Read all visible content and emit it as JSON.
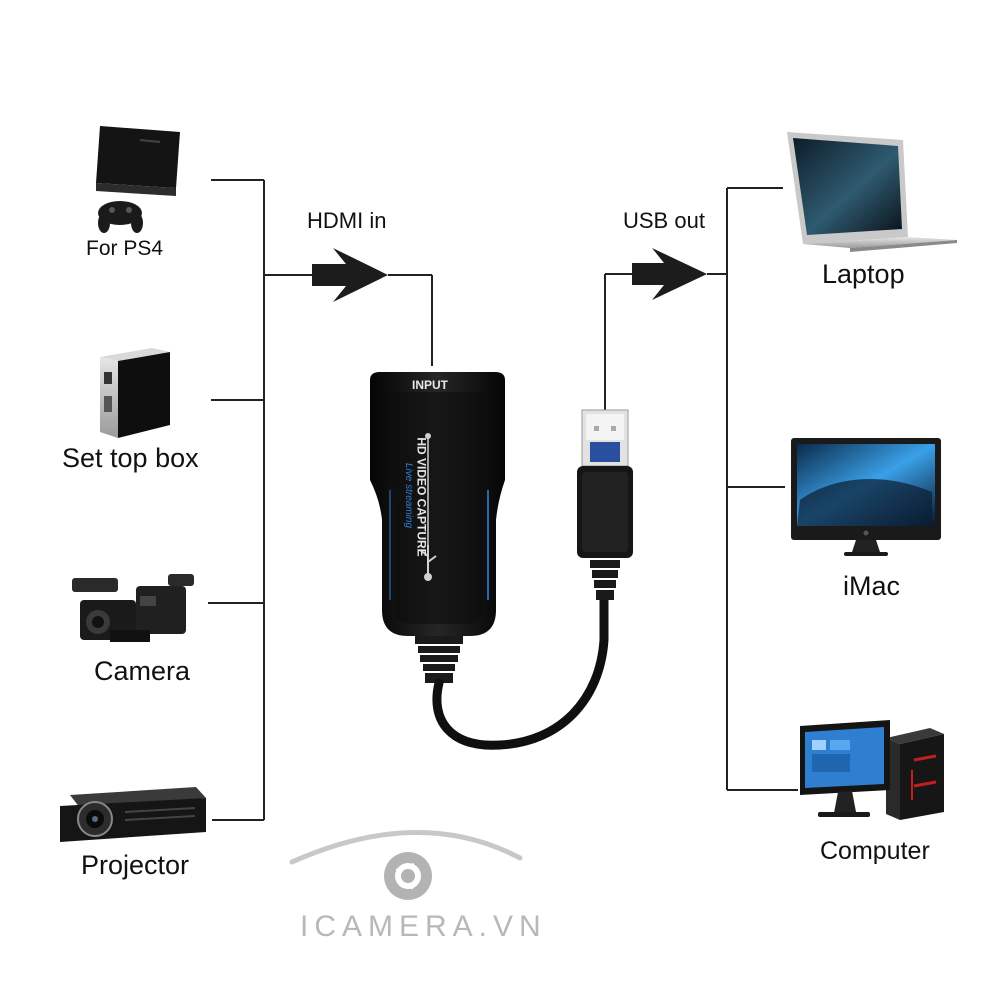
{
  "inputs": [
    {
      "label": "For PS4",
      "icon": "game-console-icon"
    },
    {
      "label": "Set top box",
      "icon": "set-top-box-icon"
    },
    {
      "label": "Camera",
      "icon": "video-camera-icon"
    },
    {
      "label": "Projector",
      "icon": "projector-icon"
    }
  ],
  "outputs": [
    {
      "label": "Laptop",
      "icon": "laptop-icon"
    },
    {
      "label": "iMac",
      "icon": "imac-icon"
    },
    {
      "label": "Computer",
      "icon": "desktop-computer-icon"
    }
  ],
  "connections": {
    "in_label": "HDMI in",
    "out_label": "USB out"
  },
  "device": {
    "port_label": "INPUT",
    "product_line1": "HD VIDEO CAPTURE",
    "product_line2": "Live streaming",
    "icon": "usb-symbol-icon"
  },
  "watermark": {
    "text": "ICAMERA.VN",
    "icon": "camera-aperture-logo"
  },
  "colors": {
    "line": "#222222",
    "device_body": "#141414",
    "accent_blue": "#2e7fd6",
    "watermark": "#b8b8b8"
  }
}
